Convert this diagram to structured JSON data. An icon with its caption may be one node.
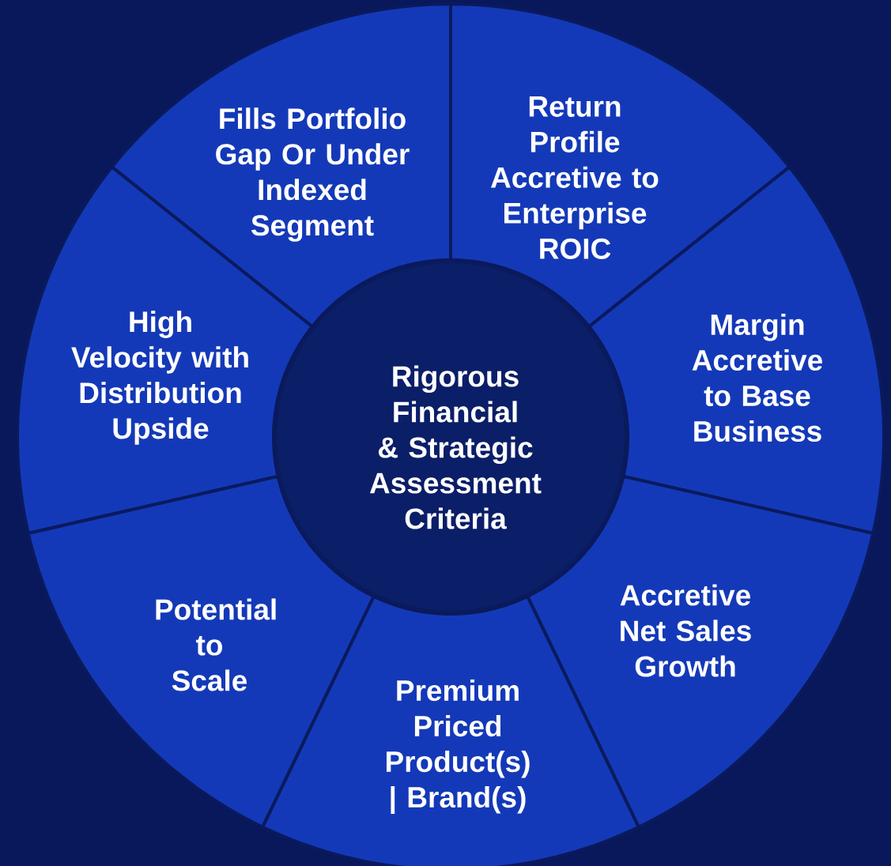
{
  "diagram": {
    "nodes": [
      {
        "text": [
          "Fills Portfolio Gap Or Under Indexed Segment"
        ]
      },
      {
        "text": [
          "Return Profile Accretive to Enterprise ROIC"
        ]
      },
      {
        "text": [
          "High Velocity with Distribution Upside"
        ]
      },
      {
        "text": [
          "Margin Accretive to Base Business"
        ]
      },
      {
        "text": [
          "Rigorous Financial & Strategic Assessment Criteria"
        ]
      },
      {
        "text": [
          "Accretive Net Sales Growth"
        ]
      },
      {
        "text": [
          "Potential to Scale"
        ]
      },
      {
        "text": [
          "Premium Priced Product(s) | Brand(s)"
        ]
      }
    ]
  }
}
